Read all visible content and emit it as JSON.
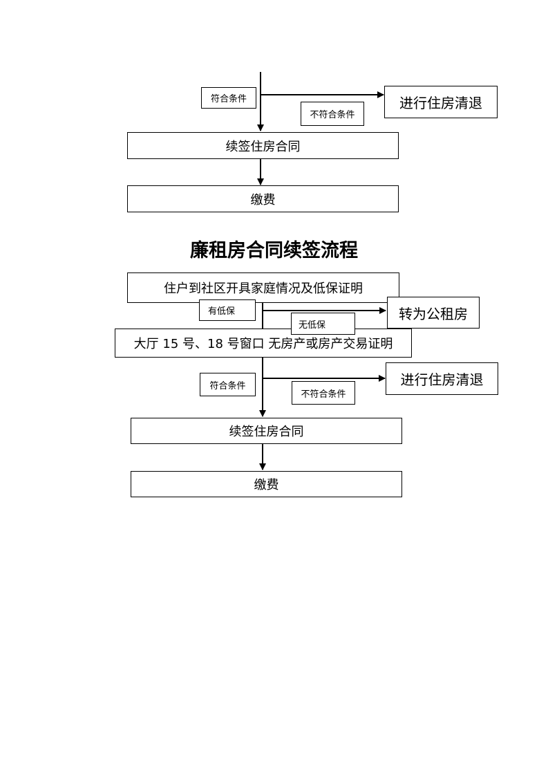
{
  "part1": {
    "tag_ok": "符合条件",
    "tag_fail": "不符合条件",
    "box_clear": "进行住房清退",
    "box_renew": "续签住房合同",
    "box_pay": "缴费"
  },
  "title": "廉租房合同续签流程",
  "part2": {
    "box_start": "住户到社区开具家庭情况及低保证明",
    "tag_has_dibao": "有低保",
    "box_public_rent": "转为公租房",
    "tag_no_dibao": "无低保",
    "box_hall": "大厅 15 号、18 号窗口 无房产或房产交易证明",
    "tag_ok": "符合条件",
    "tag_fail": "不符合条件",
    "box_clear": "进行住房清退",
    "box_renew": "续签住房合同",
    "box_pay": "缴费"
  }
}
